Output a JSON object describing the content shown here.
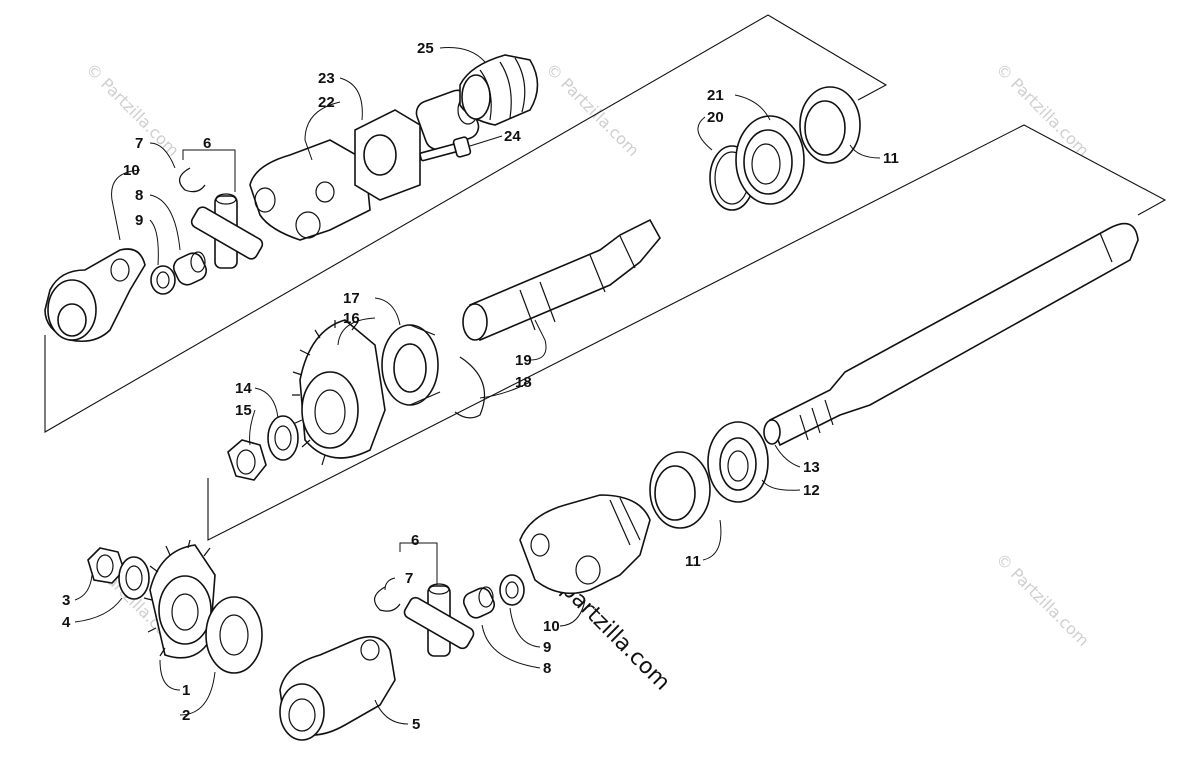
{
  "watermark": {
    "small": "© Partzilla.com",
    "main": "© partzilla.com"
  },
  "callouts": {
    "upper_group": [
      "25",
      "23",
      "22",
      "24",
      "7",
      "6",
      "10",
      "8",
      "9",
      "21",
      "20",
      "11"
    ],
    "middle_group": [
      "17",
      "16",
      "19",
      "18",
      "14",
      "15"
    ],
    "shaft_group": [
      "13",
      "12",
      "11"
    ],
    "lower_group": [
      "6",
      "7",
      "3",
      "4",
      "1",
      "2",
      "5",
      "10",
      "9",
      "8"
    ]
  },
  "labels": {
    "c25": "25",
    "c23": "23",
    "c22": "22",
    "c24": "24",
    "c7a": "7",
    "c6a": "6",
    "c10a": "10",
    "c8a": "8",
    "c9a": "9",
    "c21": "21",
    "c20": "20",
    "c11a": "11",
    "c17": "17",
    "c16": "16",
    "c19": "19",
    "c18": "18",
    "c14": "14",
    "c15": "15",
    "c13": "13",
    "c12": "12",
    "c11b": "11",
    "c6b": "6",
    "c7b": "7",
    "c3": "3",
    "c4": "4",
    "c1": "1",
    "c2": "2",
    "c5": "5",
    "c10b": "10",
    "c9b": "9",
    "c8b": "8"
  }
}
